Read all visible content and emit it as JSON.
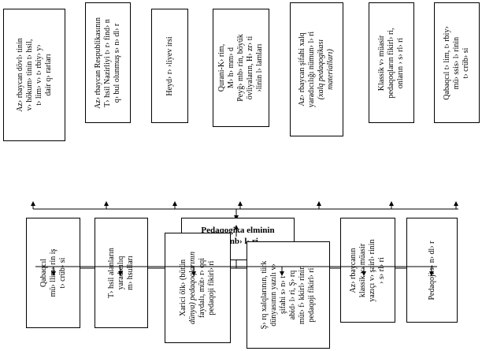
{
  "top_boxes": [
    {
      "id": "t1",
      "lines": [
        "Az› rbaycan dövl› tinin",
        "v› hökum› tinin t› hsil,",
        "t› lim› v› t› rbiy› y›",
        "dair q› rarları"
      ]
    },
    {
      "id": "t2",
      "lines": [
        "Az› rbaycan Respublikasının",
        "T› hsil Nazirliyi t› r› find› n",
        "q› bul olunmuş s› n› dl› r"
      ]
    },
    {
      "id": "t3",
      "lines": [
        "Heyd› r› ›liyev irsi"
      ]
    },
    {
      "id": "t4",
      "lines": [
        "Qurani-K› rim,",
        "M› h› mm› d",
        "Peyğ› mb› rin, böyük",
        "övliyaların, H› zr› ti",
        "›linin l› lamları"
      ]
    },
    {
      "id": "t5",
      "lines": [
        "Az› rbaycan şifahi xalq",
        "yaradıcılığı nümun› l› ri",
        "(xalq pedaqogikası",
        "materialları)"
      ]
    },
    {
      "id": "t6",
      "lines": [
        "Klassik v› müasir",
        "pedaqoqların fikirl› ri,",
        "onların › s› rl› ri"
      ]
    },
    {
      "id": "t7",
      "lines": [
        "Qabaqcıl t› lim, t› rbiy›",
        "mü› ssis› l› rinin",
        "t› crüb› si"
      ]
    }
  ],
  "center_title": [
    "Pedaqogika elminin",
    "m› nb› l› ri"
  ],
  "bottom_boxes": [
    {
      "id": "b1",
      "lines": [
        "Qabaqcıl",
        "mü› llim› rin iş",
        "t› crüb› si"
      ]
    },
    {
      "id": "b2",
      "lines": [
        "T› hsil alanların",
        "yaradıcılıq",
        "m› hsulları"
      ]
    },
    {
      "id": "b3",
      "lines": [
        "Xarici ölk› (bütün",
        "dünya) pedaqoqlarının",
        "faydalı, müt› r› qqi",
        "pedaqoji fikirl› ri"
      ]
    },
    {
      "id": "b4",
      "lines": [
        "Ş› rq xalqlarının, türk",
        "dünyasının yazılı v›",
        "şifahi s› n› t",
        "abid› l› ri, Ş› rq",
        "müt› f› kkirl› rinin",
        "pedaqoji fikirl› ri"
      ]
    },
    {
      "id": "b5",
      "lines": [
        "Az› rbaycanın",
        "klassik v› müasir",
        "yazıçı v› şairl› rinin",
        "› s› rl› ri"
      ]
    },
    {
      "id": "b6",
      "lines": [
        "Pedaqoji s› n› dl› r"
      ]
    }
  ]
}
